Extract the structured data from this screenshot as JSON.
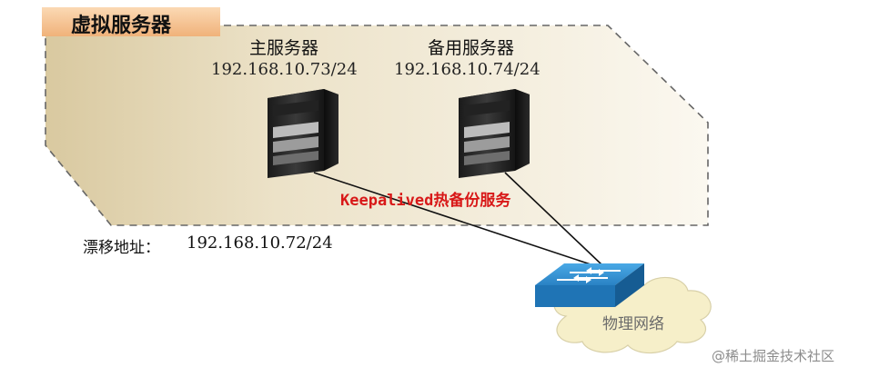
{
  "diagram": {
    "title": "虚拟服务器",
    "primary": {
      "name": "主服务器",
      "ip": "192.168.10.73/24"
    },
    "backup": {
      "name": "备用服务器",
      "ip": "192.168.10.74/24"
    },
    "service_label": "Keepalived热备份服务",
    "floating_label": "漂移地址：",
    "floating_ip": "192.168.10.72/24",
    "network_label": "物理网络"
  },
  "watermark": "@稀土掘金技术社区",
  "colors": {
    "title_tab": "#f7c89a",
    "region_fill": "#e8dcc0",
    "service_text": "#d81818",
    "switch_blue": "#2f8fd1",
    "cloud_fill": "#f6efc9"
  }
}
